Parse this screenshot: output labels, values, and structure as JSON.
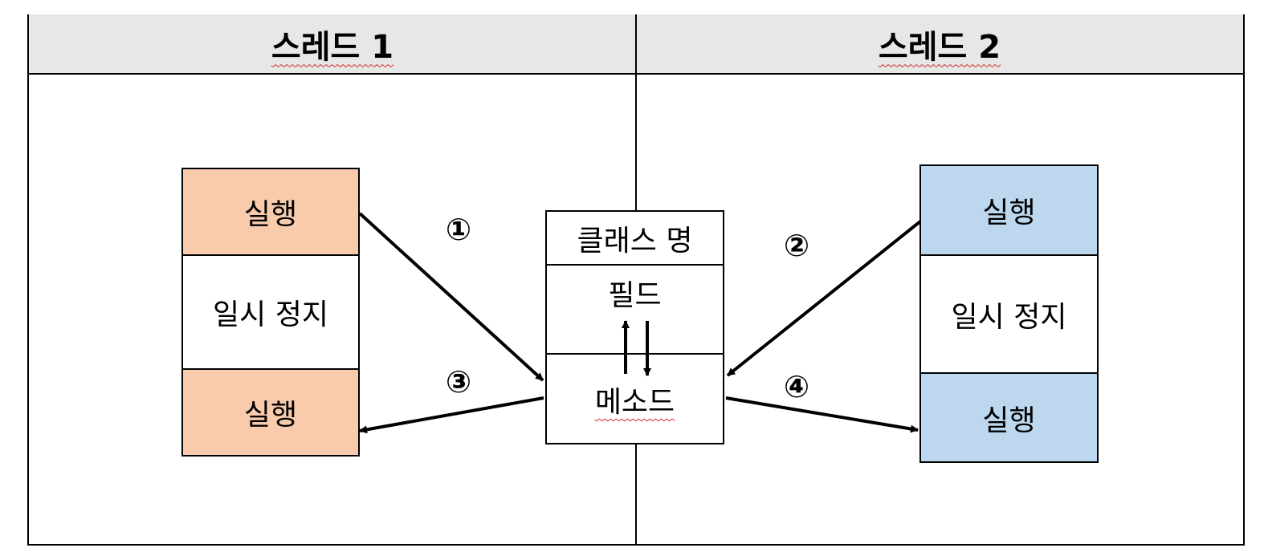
{
  "headers": {
    "left": "스레드 1",
    "right": "스레드 2"
  },
  "thread1": {
    "cells": [
      "실행",
      "일시 정지",
      "실행"
    ]
  },
  "thread2": {
    "cells": [
      "실행",
      "일시 정지",
      "실행"
    ]
  },
  "class_box": {
    "name": "클래스 명",
    "field": "필드",
    "method": "메소드"
  },
  "steps": [
    "①",
    "②",
    "③",
    "④"
  ],
  "colors": {
    "thread1_run": "#f8cbad",
    "thread2_run": "#bdd7ee",
    "header_bg": "#e7e7e7"
  }
}
